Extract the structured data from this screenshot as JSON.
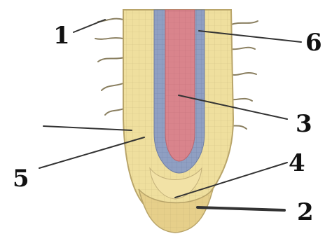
{
  "diagram": {
    "labels": {
      "l1": "1",
      "l2": "2",
      "l3": "3",
      "l4": "4",
      "l5": "5",
      "l6": "6"
    },
    "colors": {
      "background": "#ffffff",
      "outer_tissue": "#efdf9e",
      "outer_tissue_edge": "#b9a56a",
      "cap": "#e6cf8a",
      "cortex_layer": "#e9d79a",
      "pericycle_band": "#8f9fc2",
      "stele_core": "#d9848c",
      "root_hair": "#8a7f60",
      "leader_line": "#333333",
      "label_text": "#111111"
    }
  }
}
